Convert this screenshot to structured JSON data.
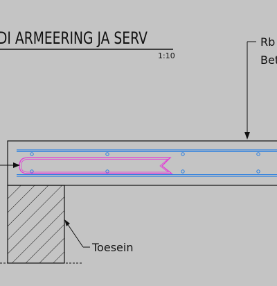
{
  "drawing": {
    "title": "DI ARMEERING JA SERV",
    "scale": "1:10",
    "callout_top_line1": "Rb",
    "callout_top_line2": "Bet",
    "label_wall": "Toesein"
  },
  "colors": {
    "background": "#c4c4c4",
    "linework": "#111111",
    "rebar_main": "#2a7fe0",
    "rebar_stirrup": "#e23bd6"
  }
}
